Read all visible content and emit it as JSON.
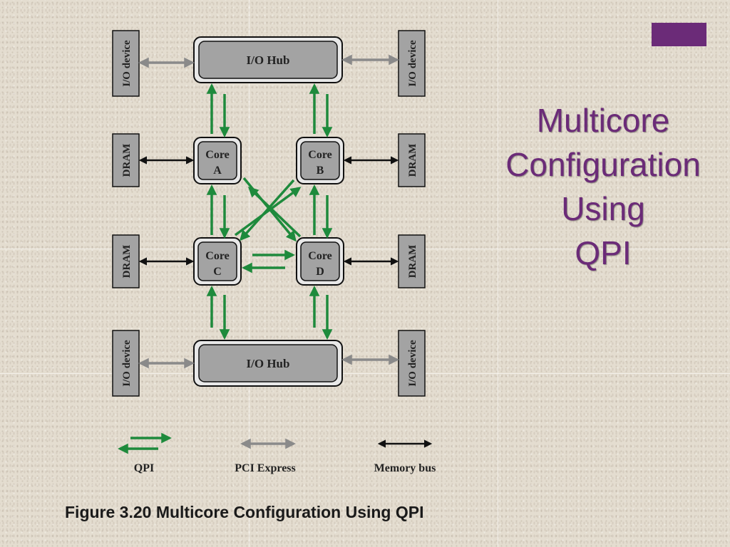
{
  "slide": {
    "title_lines": [
      "Multicore",
      "Configuration",
      "Using",
      "QPI"
    ],
    "caption": "Figure 3.20 Multicore Configuration Using QPI"
  },
  "diagram": {
    "io_hub_top": "I/O Hub",
    "io_hub_bottom": "I/O Hub",
    "io_device_label": "I/O device",
    "dram_label": "DRAM",
    "core_word": "Core",
    "core_a": "A",
    "core_b": "B",
    "core_c": "C",
    "core_d": "D"
  },
  "legend": {
    "qpi": "QPI",
    "pci_express": "PCI Express",
    "memory_bus": "Memory bus"
  },
  "colors": {
    "accent": "#6b2b78",
    "title": "#6b2b78",
    "qpi_arrow": "#1e8a3c",
    "pci_arrow": "#8a8a8a",
    "memory_arrow": "#111111",
    "box_fill": "#a3a3a3"
  }
}
